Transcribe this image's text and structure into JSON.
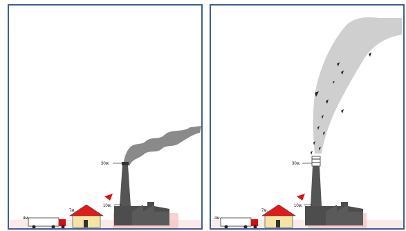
{
  "left_panel": {
    "chimney_height_label": "30м.",
    "mid_height_label": "10м.",
    "house_height_label": "7м.",
    "truck_height_label": "4м."
  },
  "right_panel": {
    "chimney_height_label": "30м.",
    "mid_height_label": "10м.",
    "house_height_label": "7м.",
    "truck_height_label": "4м."
  },
  "colors": {
    "frame": "#3f5f8f",
    "smoke": "#8a8a8a",
    "plume": "#cfcfcf",
    "chimney": "#555555",
    "roof": "#e11b1b",
    "house_wall": "#f6e4a6",
    "wind_arrow": "#e01010",
    "ground": "#f5e6e6"
  }
}
